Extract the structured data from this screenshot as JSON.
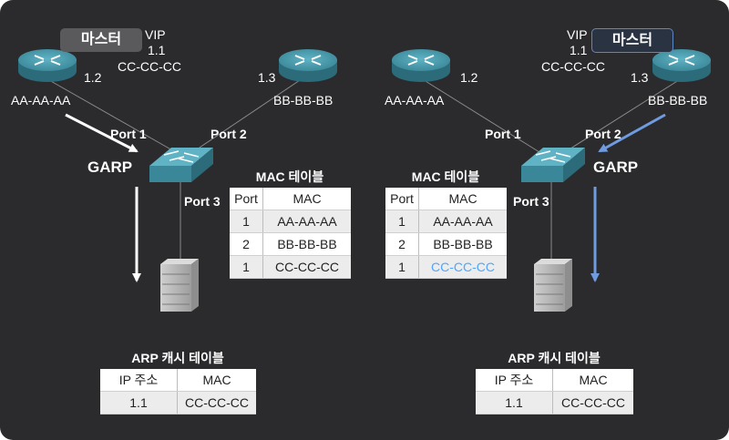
{
  "left": {
    "master_label": "마스터",
    "vip_label": "VIP",
    "vip_ip": "1.1",
    "vip_mac": "CC-CC-CC",
    "router_a": {
      "ip": "1.2",
      "mac": "AA-AA-AA"
    },
    "router_b": {
      "ip": "1.3",
      "mac": "BB-BB-BB"
    },
    "port1": "Port 1",
    "port2": "Port 2",
    "port3": "Port 3",
    "garp": "GARP",
    "mac_table": {
      "title": "MAC 테이블",
      "headers": [
        "Port",
        "MAC"
      ],
      "rows": [
        [
          "1",
          "AA-AA-AA"
        ],
        [
          "2",
          "BB-BB-BB"
        ],
        [
          "1",
          "CC-CC-CC"
        ]
      ]
    },
    "arp_table": {
      "title": "ARP 캐시 테이블",
      "headers": [
        "IP 주소",
        "MAC"
      ],
      "rows": [
        [
          "1.1",
          "CC-CC-CC"
        ]
      ]
    }
  },
  "right": {
    "master_label": "마스터",
    "vip_label": "VIP",
    "vip_ip": "1.1",
    "vip_mac": "CC-CC-CC",
    "router_a": {
      "ip": "1.2",
      "mac": "AA-AA-AA"
    },
    "router_b": {
      "ip": "1.3",
      "mac": "BB-BB-BB"
    },
    "port1": "Port 1",
    "port2": "Port 2",
    "port3": "Port 3",
    "garp": "GARP",
    "mac_table": {
      "title": "MAC 테이블",
      "headers": [
        "Port",
        "MAC"
      ],
      "rows": [
        [
          "1",
          "AA-AA-AA"
        ],
        [
          "2",
          "BB-BB-BB"
        ],
        [
          "1",
          "CC-CC-CC"
        ]
      ]
    },
    "arp_table": {
      "title": "ARP 캐시 테이블",
      "headers": [
        "IP 주소",
        "MAC"
      ],
      "rows": [
        [
          "1.1",
          "CC-CC-CC"
        ]
      ]
    }
  },
  "colors": {
    "background": "#2b2b2d",
    "arrow_left": "#ffffff",
    "arrow_right": "#6f9be0",
    "highlight_mac": "#4da6ff",
    "device": "#3f8a9b"
  },
  "icons": {
    "router": "router-icon",
    "switch": "switch-icon",
    "server": "server-icon"
  }
}
